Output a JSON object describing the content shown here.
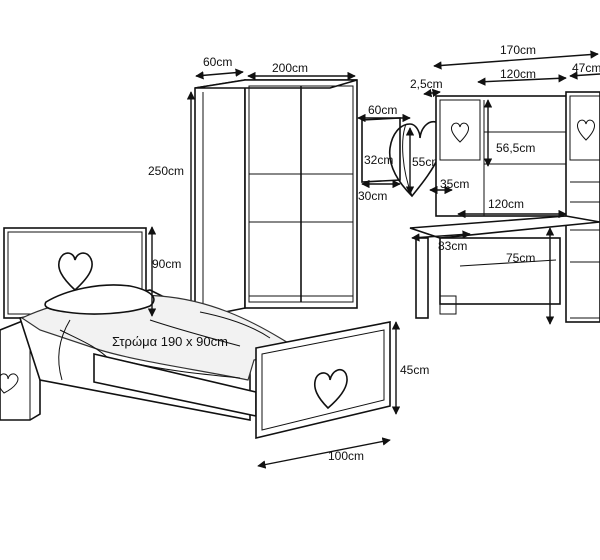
{
  "dimensions": {
    "wardrobe_depth": "60cm",
    "wardrobe_width": "200cm",
    "wardrobe_height": "250cm",
    "headboard_height": "90cm",
    "mattress": "Στρώμα 190 x 90cm",
    "footboard_height": "45cm",
    "bed_width": "100cm",
    "mirror_width": "60cm",
    "mirror_side": "32cm",
    "mirror_height": "55cm",
    "mirror_shelf": "30cm",
    "desk_total_width": "170cm",
    "hutch_width": "120cm",
    "side_unit_width": "47cm",
    "panel_thickness": "2,5cm",
    "hutch_height": "56,5cm",
    "desk_depth": "35cm",
    "desk_top_width": "120cm",
    "desk_overall": "83cm",
    "desk_height": "75cm"
  }
}
